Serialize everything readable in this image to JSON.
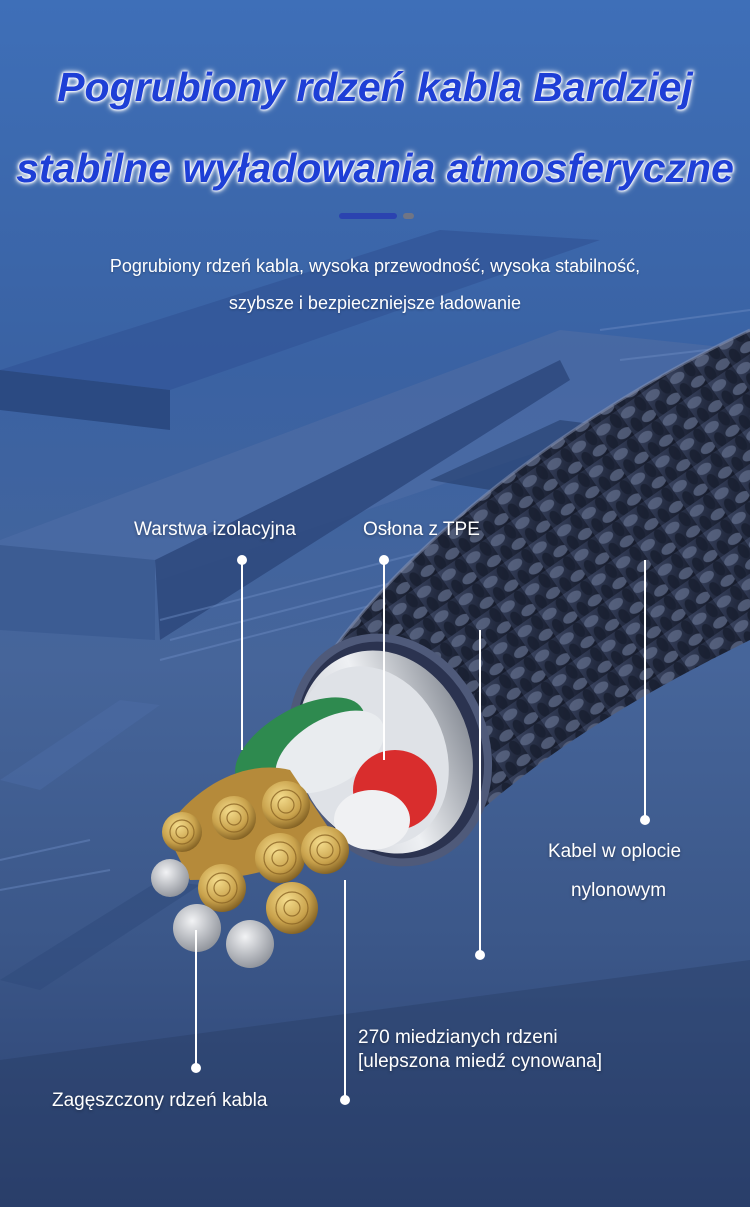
{
  "heading": {
    "line1": "Pogrubiony rdzeń kabla Bardziej",
    "line2": "stabilne wyładowania atmosferyczne"
  },
  "subtitle": {
    "line1": "Pogrubiony rdzeń kabla, wysoka przewodność, wysoka stabilność,",
    "line2": "szybsze i bezpieczniejsze ładowanie"
  },
  "callouts": {
    "insulation": "Warstwa izolacyjna",
    "tpe_sheath": "Osłona z TPE",
    "nylon_line1": "Kabel w oplocie",
    "nylon_line2": "nylonowym",
    "copper_line1": "270 miedzianych rdzeni",
    "copper_line2": "[ulepszona miedź cynowana]",
    "dense_core": "Zagęszczony rdzeń kabla"
  },
  "colors": {
    "background": "#3f5f96",
    "title": "#1e3fd6",
    "accent_bar": "#2b43b0",
    "braid": "#20283c",
    "copper": "#c9a24c",
    "wire_green": "#2e8a4f",
    "wire_red": "#d92d2d",
    "wire_white": "#e9ecef"
  }
}
